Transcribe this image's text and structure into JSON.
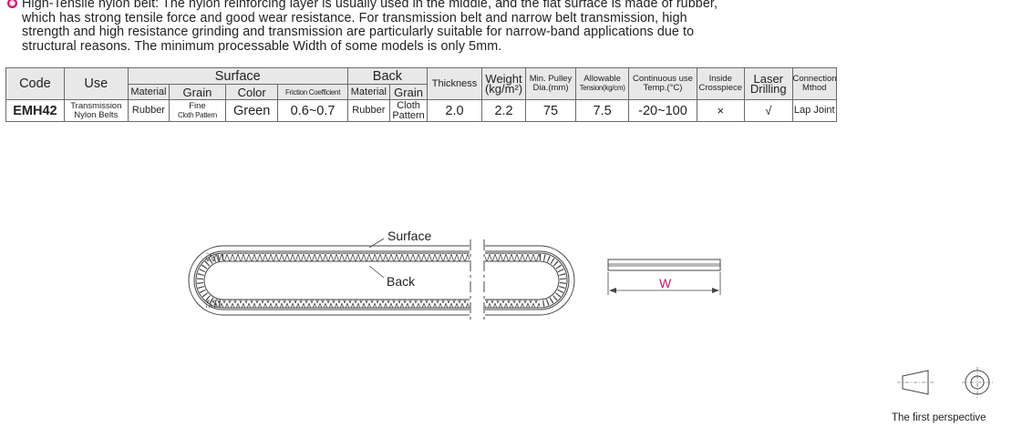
{
  "description": {
    "line1": "High-Tensile nylon belt: The nylon reinforcing layer is usually used in the middle, and the flat surface is made of rubber,",
    "line2": "which has strong tensile force and good wear resistance. For transmission belt and narrow belt transmission, high",
    "line3": "strength and high resistance grinding and transmission are particularly suitable for narrow-band applications due to",
    "line4": "structural reasons. The minimum processable Width of some models is only 5mm."
  },
  "table": {
    "headers": {
      "code": "Code",
      "use": "Use",
      "surface": "Surface",
      "back": "Back",
      "thickness": "Thickness",
      "weight": "Weight",
      "weight_unit": "(kg/m²)",
      "min_pulley": "Min. Pulley",
      "min_pulley_unit": "Dia.(mm)",
      "allowable": "Allowable",
      "allowable_unit": "Tension(kg/cm)",
      "continuous": "Continuous use",
      "continuous_unit": "Temp.(°C)",
      "inside": "Inside",
      "inside2": "Crosspiece",
      "laser": "Laser",
      "laser2": "Drilling",
      "connection": "Connection",
      "connection2": "Mthod",
      "surface_material": "Material",
      "surface_grain": "Grain",
      "surface_color": "Color",
      "surface_friction": "Friction Coefficient",
      "back_material": "Material",
      "back_grain": "Grain"
    },
    "row": {
      "code": "EMH42",
      "use1": "Transmission",
      "use2": "Nylon Belts",
      "surface_material": "Rubber",
      "surface_grain1": "Fine",
      "surface_grain2": "Cloth Pattern",
      "surface_color": "Green",
      "friction": "0.6~0.7",
      "back_material": "Rubber",
      "back_grain1": "Cloth",
      "back_grain2": "Pattern",
      "thickness": "2.0",
      "weight": "2.2",
      "min_pulley": "75",
      "allowable": "7.5",
      "temp": "-20~100",
      "inside": "×",
      "laser": "√",
      "connection": "Lap Joint"
    }
  },
  "diagram": {
    "surface_label": "Surface",
    "back_label": "Back",
    "width_label": "W",
    "perspective_label": "The first perspective",
    "accent_color": "#c2186b"
  }
}
